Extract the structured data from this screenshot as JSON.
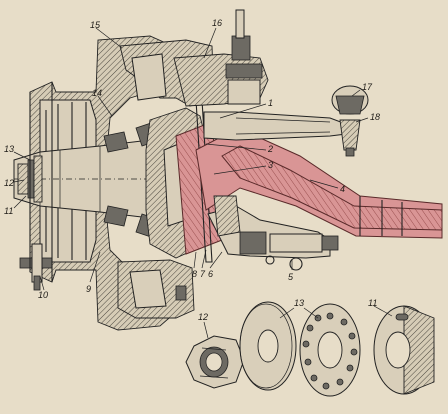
{
  "palette": {
    "paper": "#e7ddc8",
    "ink": "#1e1b17",
    "highlight": "#d99595"
  },
  "callouts": [
    {
      "id": "1",
      "text": "1"
    },
    {
      "id": "2",
      "text": "2"
    },
    {
      "id": "3",
      "text": "3"
    },
    {
      "id": "4",
      "text": "4"
    },
    {
      "id": "5",
      "text": "5"
    },
    {
      "id": "6",
      "text": "6"
    },
    {
      "id": "7",
      "text": "7"
    },
    {
      "id": "8",
      "text": "8"
    },
    {
      "id": "9",
      "text": "9"
    },
    {
      "id": "10",
      "text": "10"
    },
    {
      "id": "11",
      "text": "11"
    },
    {
      "id": "12",
      "text": "12"
    },
    {
      "id": "13",
      "text": "13"
    },
    {
      "id": "14",
      "text": "14"
    },
    {
      "id": "15",
      "text": "15"
    },
    {
      "id": "16",
      "text": "16"
    },
    {
      "id": "17",
      "text": "17"
    },
    {
      "id": "18",
      "text": "18"
    },
    {
      "id": "11b",
      "text": "11"
    },
    {
      "id": "12b",
      "text": "12"
    },
    {
      "id": "13b",
      "text": "13"
    }
  ]
}
